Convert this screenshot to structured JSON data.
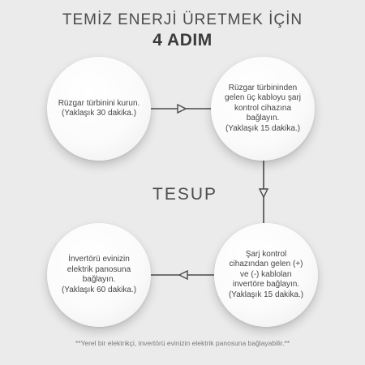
{
  "header": {
    "title": "TEMİZ ENERJİ ÜRETMEK İÇİN",
    "subtitle": "4 ADIM"
  },
  "steps": [
    {
      "text": "Rüzgar türbinini kurun.\n(Yaklaşık 30 dakika.)"
    },
    {
      "text": "Rüzgar türbininden gelen üç kabloyu şarj kontrol cihazına bağlayın.\n(Yaklaşık 15 dakika.)"
    },
    {
      "text": "Şarj kontrol cihazından gelen (+) ve (-) kabloları invertöre bağlayın.\n(Yaklaşık 15 dakika.)"
    },
    {
      "text": "İnvertörü evinizin elektrik panosuna bağlayın.\n(Yaklaşık 60 dakika.)"
    }
  ],
  "logo": "TESUP",
  "footnote": "**Yerel bir elektrikçi, invertörü evinizin elektrik panosuna bağlayabilir.**",
  "colors": {
    "background": "#ebebeb",
    "connector": "#4a4a4a"
  }
}
